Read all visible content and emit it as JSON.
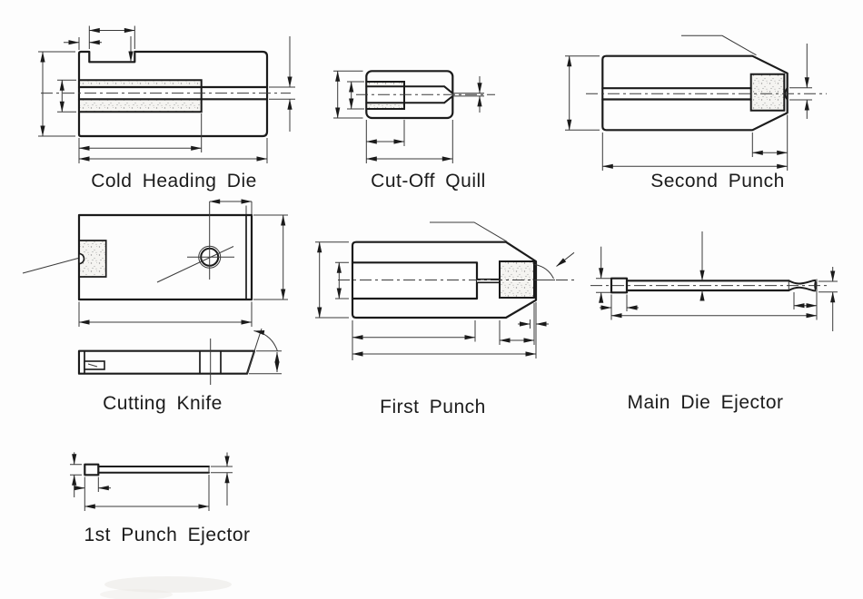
{
  "drawing": {
    "background": "#fdfdfd",
    "line_color": "#1b1b1b",
    "hatch_style": "diagonal-section-hatching",
    "parts": [
      {
        "id": "cold-heading-die",
        "label": "Cold Heading Die"
      },
      {
        "id": "cut-off-quill",
        "label": "Cut-Off Quill"
      },
      {
        "id": "second-punch",
        "label": "Second Punch"
      },
      {
        "id": "cutting-knife",
        "label": "Cutting Knife"
      },
      {
        "id": "first-punch",
        "label": "First Punch"
      },
      {
        "id": "main-die-ejector",
        "label": "Main Die Ejector"
      },
      {
        "id": "first-punch-ejector",
        "label": "1st Punch Ejector"
      }
    ]
  }
}
